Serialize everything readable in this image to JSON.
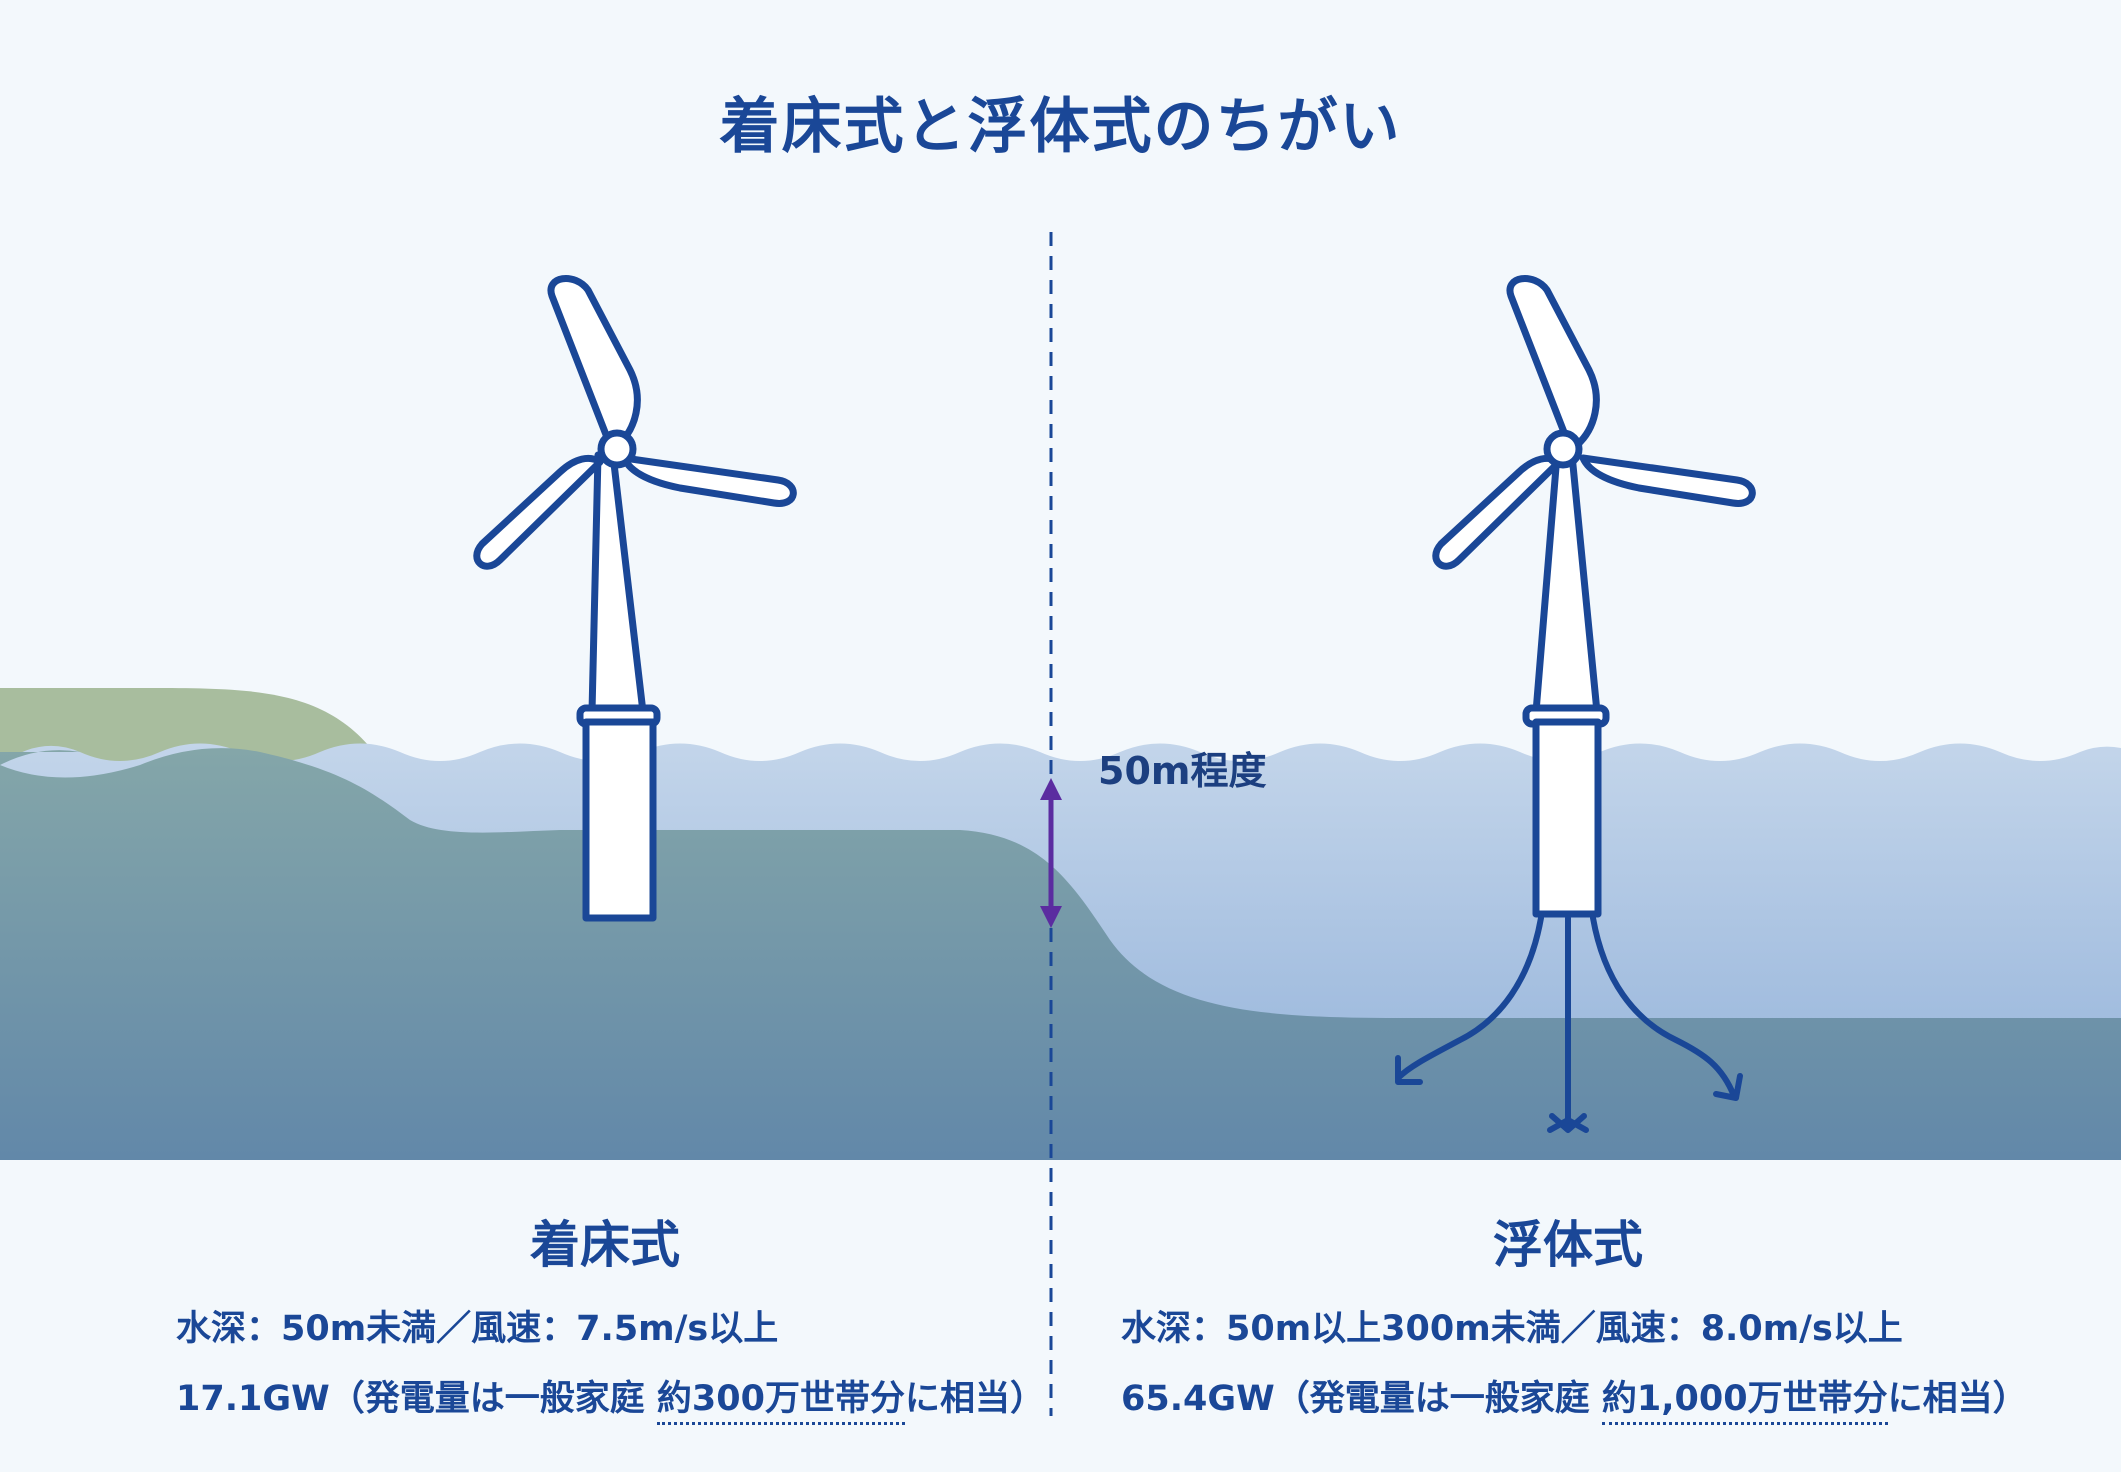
{
  "title": "着床式と浮体式のちがい",
  "depth_label": "50m程度",
  "left": {
    "heading": "着床式",
    "spec": "水深：50m未満／風速：7.5m/s以上",
    "capacity": "17.1GW",
    "note_prefix": "（発電量は一般家庭",
    "note_emph": "約300万世帯分",
    "note_suffix": "に相当）"
  },
  "right": {
    "heading": "浮体式",
    "spec": "水深：50m以上300m未満／風速：8.0m/s以上",
    "capacity": "65.4GW",
    "note_prefix": "（発電量は一般家庭",
    "note_emph": "約1,000万世帯分",
    "note_suffix": "に相当）"
  },
  "colors": {
    "ink": "#1a4797",
    "sky": "#f3f8fc",
    "sea": "#9fbadf",
    "seabed": "#6b90ab",
    "land": "#a9be9c",
    "arrow": "#5b2ca0"
  },
  "icons": [
    "wind-turbine-icon",
    "mooring-anchor-icon",
    "double-arrow-icon"
  ]
}
